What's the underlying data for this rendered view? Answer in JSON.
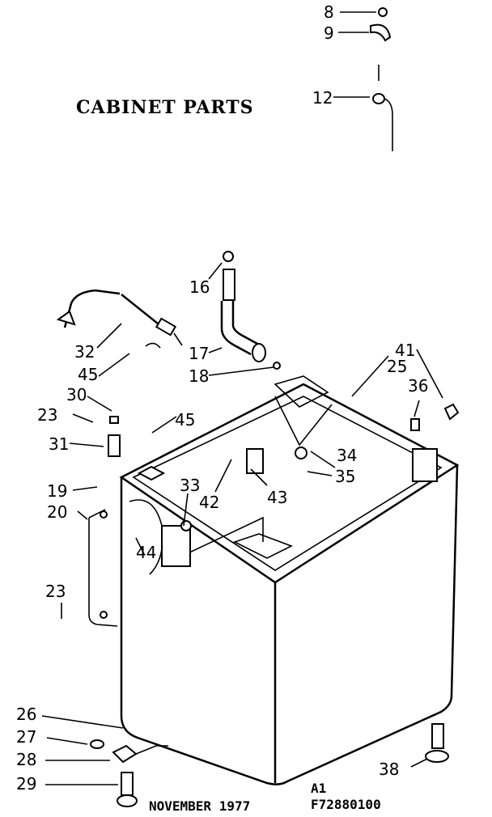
{
  "title": "CABINET PARTS",
  "footer": {
    "date": "NOVEMBER 1977",
    "sheet": "A1",
    "part_number": "F72880100"
  },
  "callouts": [
    {
      "id": "c8",
      "label": "8"
    },
    {
      "id": "c9",
      "label": "9"
    },
    {
      "id": "c12",
      "label": "12"
    },
    {
      "id": "c16",
      "label": "16"
    },
    {
      "id": "c17",
      "label": "17"
    },
    {
      "id": "c18",
      "label": "18"
    },
    {
      "id": "c32",
      "label": "32"
    },
    {
      "id": "c45a",
      "label": "45"
    },
    {
      "id": "c30",
      "label": "30"
    },
    {
      "id": "c23a",
      "label": "23"
    },
    {
      "id": "c31",
      "label": "31"
    },
    {
      "id": "c45b",
      "label": "45"
    },
    {
      "id": "c19",
      "label": "19"
    },
    {
      "id": "c20",
      "label": "20"
    },
    {
      "id": "c33",
      "label": "33"
    },
    {
      "id": "c42",
      "label": "42"
    },
    {
      "id": "c43",
      "label": "43"
    },
    {
      "id": "c44",
      "label": "44"
    },
    {
      "id": "c23b",
      "label": "23"
    },
    {
      "id": "c34",
      "label": "34"
    },
    {
      "id": "c35",
      "label": "35"
    },
    {
      "id": "c41",
      "label": "41"
    },
    {
      "id": "c25",
      "label": "25"
    },
    {
      "id": "c36",
      "label": "36"
    },
    {
      "id": "c26",
      "label": "26"
    },
    {
      "id": "c27",
      "label": "27"
    },
    {
      "id": "c28",
      "label": "28"
    },
    {
      "id": "c29",
      "label": "29"
    },
    {
      "id": "c38",
      "label": "38"
    }
  ]
}
